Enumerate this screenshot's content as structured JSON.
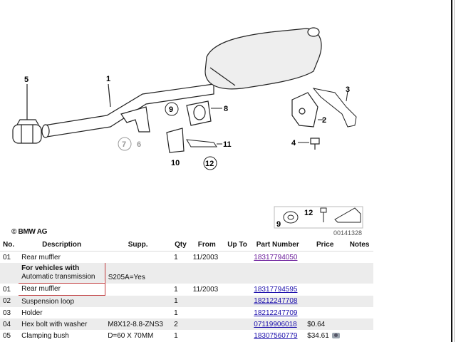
{
  "diagram": {
    "callouts": [
      "5",
      "1",
      "9",
      "8",
      "3",
      "2",
      "7",
      "6",
      "4",
      "11",
      "10",
      "12"
    ],
    "legend": {
      "left_num": "9",
      "right_num": "12"
    },
    "copyright": "© BMW AG",
    "image_number": "00141328"
  },
  "table": {
    "headers": [
      "No.",
      "Description",
      "Supp.",
      "Qty",
      "From",
      "Up To",
      "Part Number",
      "Price",
      "Notes"
    ],
    "rows": [
      {
        "no": "01",
        "desc": "Rear muffler",
        "supp": "",
        "qty": "1",
        "from": "11/2003",
        "upto": "",
        "pn": "18317794050",
        "price": "",
        "visited": true
      },
      {
        "note": true,
        "bold": "For vehicles with",
        "desc": "Automatic transmission",
        "supp": "S205A=Yes"
      },
      {
        "no": "01",
        "desc": "Rear muffler",
        "supp": "",
        "qty": "1",
        "from": "11/2003",
        "upto": "",
        "pn": "18317794595",
        "price": ""
      },
      {
        "no": "02",
        "desc": "Suspension loop",
        "supp": "",
        "qty": "1",
        "from": "",
        "upto": "",
        "pn": "18212247708",
        "price": ""
      },
      {
        "no": "03",
        "desc": "Holder",
        "supp": "",
        "qty": "1",
        "from": "",
        "upto": "",
        "pn": "18212247709",
        "price": ""
      },
      {
        "no": "04",
        "desc": "Hex bolt with washer",
        "supp": "M8X12-8.8-ZNS3",
        "qty": "2",
        "from": "",
        "upto": "",
        "pn": "07119906018",
        "price": "$0.64"
      },
      {
        "no": "05",
        "desc": "Clamping bush",
        "supp": "D=60 X 70MM",
        "qty": "1",
        "from": "",
        "upto": "",
        "pn": "18307560779",
        "price": "$34.61",
        "camera": true
      }
    ]
  }
}
